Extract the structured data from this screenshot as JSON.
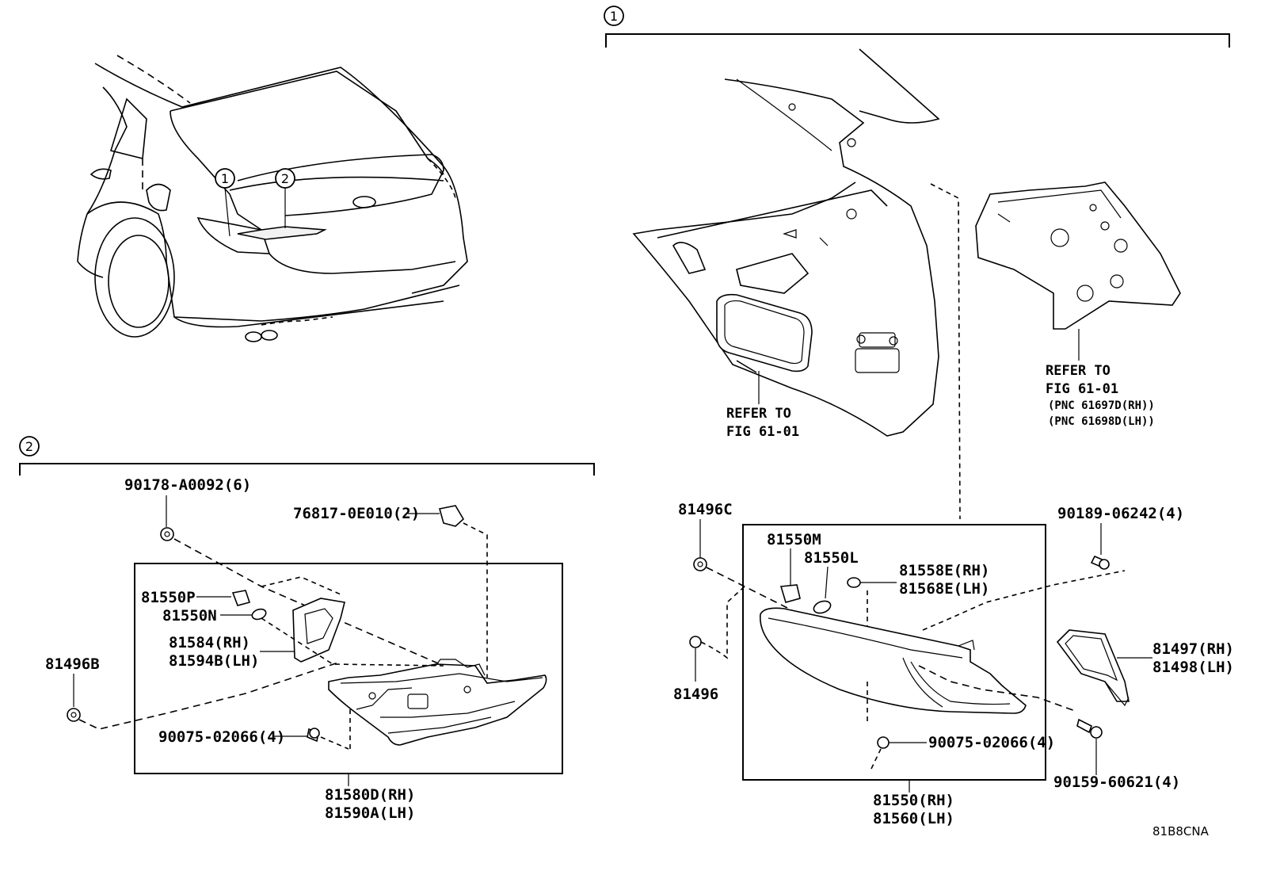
{
  "diagram_code": "81B8CNA",
  "section_markers": {
    "sec1": "1",
    "sec2": "2"
  },
  "refer_notes": {
    "left": {
      "line1": "REFER TO",
      "line2": "FIG 61-01"
    },
    "right": {
      "line1": "REFER TO",
      "line2": "FIG 61-01",
      "line3": "(PNC 61697D(RH))",
      "line4": "(PNC 61698D(LH))"
    }
  },
  "parts": {
    "p90178": "90178-A0092(6)",
    "p76817": "76817-0E010(2)",
    "p81550P": "81550P",
    "p81550N": "81550N",
    "p81584": "81584(RH)",
    "p81594B": "81594B(LH)",
    "p81496B": "81496B",
    "p90075a": "90075-02066(4)",
    "p81580D": "81580D(RH)",
    "p81590A": "81590A(LH)",
    "p81496C": "81496C",
    "p81550M": "81550M",
    "p81550L": "81550L",
    "p81558E": "81558E(RH)",
    "p81568E": "81568E(LH)",
    "p90189": "90189-06242(4)",
    "p81497": "81497(RH)",
    "p81498": "81498(LH)",
    "p81496": "81496",
    "p90075b": "90075-02066(4)",
    "p90159": "90159-60621(4)",
    "p81550": "81550(RH)",
    "p81560": "81560(LH)"
  }
}
